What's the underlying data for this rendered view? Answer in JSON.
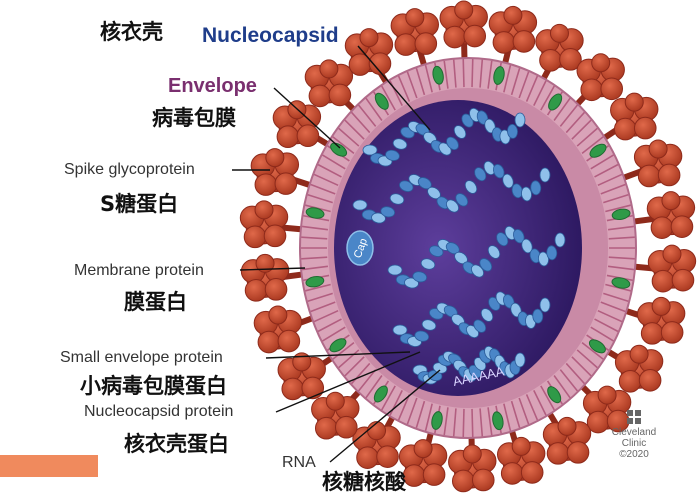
{
  "labels": {
    "nucleocapsid_zh": "核衣壳",
    "nucleocapsid_en": "Nucleocapsid",
    "envelope_en": "Envelope",
    "envelope_zh": "病毒包膜",
    "spike_en": "Spike glycoprotein",
    "spike_zh": "S糖蛋白",
    "membrane_en": "Membrane protein",
    "membrane_zh": "膜蛋白",
    "small_env_en": "Small envelope protein",
    "small_env_zh": "小病毒包膜蛋白",
    "nc_protein_en": "Nucleocapsid protein",
    "nc_protein_zh": "核衣壳蛋白",
    "rna_en": "RNA",
    "rna_zh": "核糖核酸",
    "cap": "Cap",
    "polya": "AAAAAA"
  },
  "brand": {
    "line1": "Cleveland",
    "line2": "Clinic",
    "year": "©2020"
  },
  "colors": {
    "spike": "#c8472e",
    "spike_dark": "#8e2a1b",
    "envelope_outer": "#d9a3b8",
    "envelope_stripes": "#a94d73",
    "interior": "#3b2274",
    "interior_light": "#5d3e9c",
    "nucleocapsid": "#4a86c8",
    "nucleocapsid_light": "#8fc0ea",
    "membrane_protein": "#2f9a48",
    "label_line": "#111111"
  }
}
